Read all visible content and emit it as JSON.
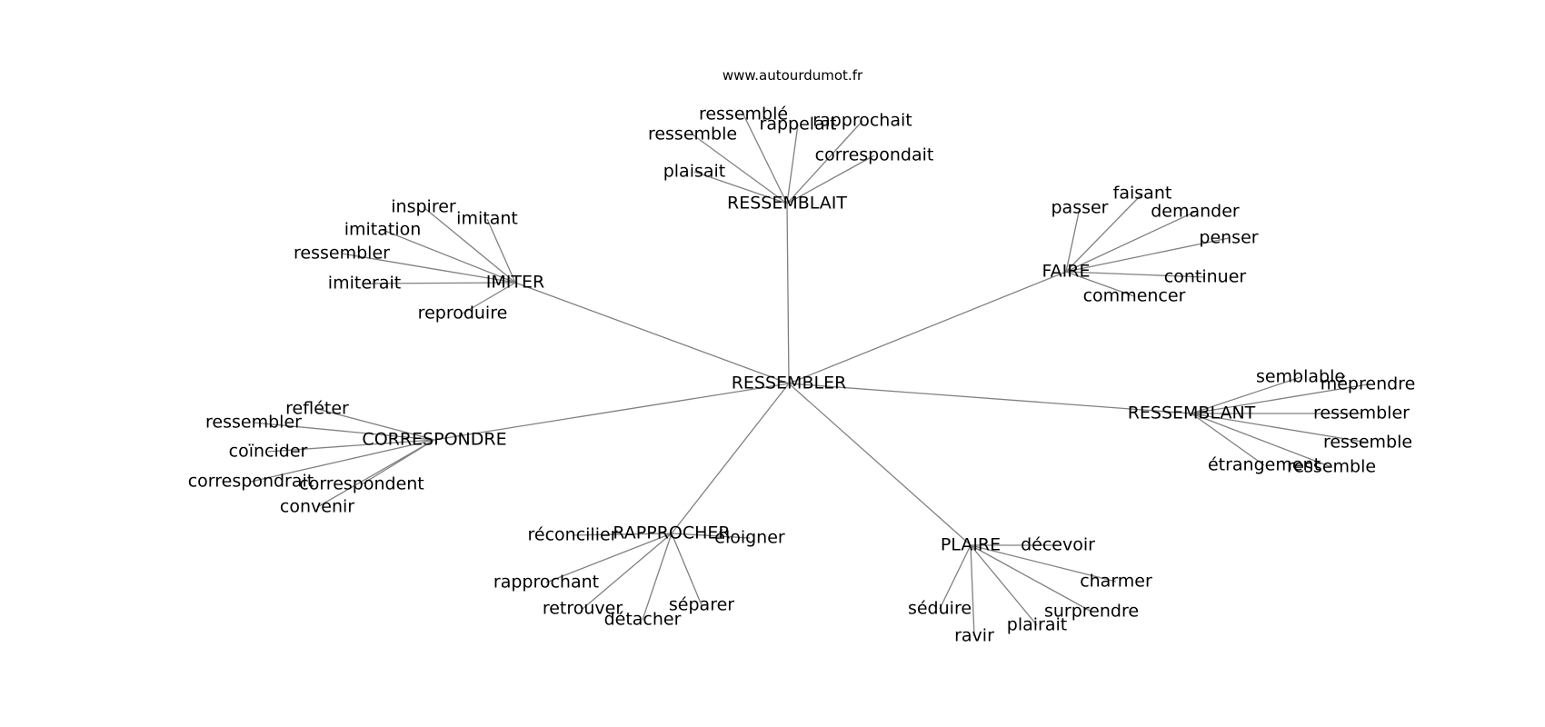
{
  "source": "www.autourdumot.fr",
  "root": "RESSEMBLER",
  "clusters": [
    {
      "hub": "RESSEMBLAIT",
      "leaves": [
        "ressemblé",
        "rappelait",
        "rapprochait",
        "ressemble",
        "correspondait",
        "plaisait"
      ]
    },
    {
      "hub": "IMITER",
      "leaves": [
        "inspirer",
        "imitant",
        "imitation",
        "ressembler",
        "imiterait",
        "reproduire"
      ]
    },
    {
      "hub": "FAIRE",
      "leaves": [
        "faisant",
        "passer",
        "demander",
        "penser",
        "continuer",
        "commencer"
      ]
    },
    {
      "hub": "RESSEMBLANT",
      "leaves": [
        "semblable",
        "méprendre",
        "ressembler",
        "ressemble",
        "étrangement",
        "ressemble"
      ]
    },
    {
      "hub": "CORRESPONDRE",
      "leaves": [
        "refléter",
        "ressembler",
        "coïncider",
        "correspondrait",
        "correspondent",
        "convenir"
      ]
    },
    {
      "hub": "RAPPROCHER",
      "leaves": [
        "réconcilier",
        "éloigner",
        "rapprochant",
        "retrouver",
        "détacher",
        "séparer"
      ]
    },
    {
      "hub": "PLAIRE",
      "leaves": [
        "décevoir",
        "charmer",
        "séduire",
        "surprendre",
        "plairait",
        "ravir"
      ]
    }
  ]
}
